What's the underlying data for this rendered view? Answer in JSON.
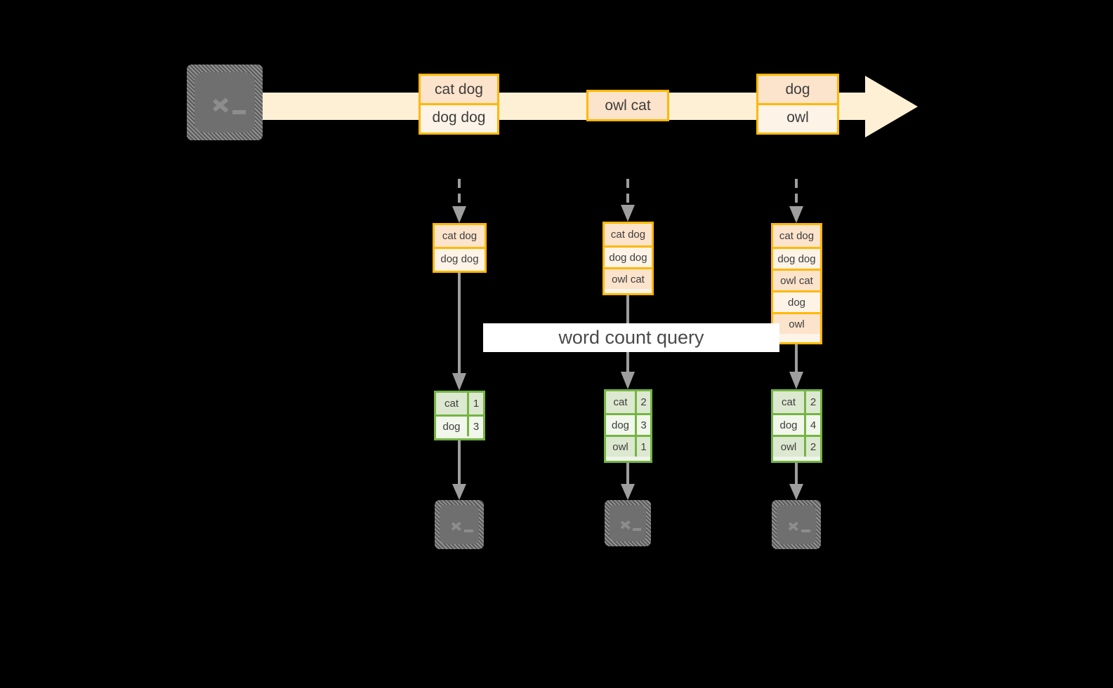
{
  "diagram": {
    "title": "word count streaming query",
    "colors": {
      "background": "#000000",
      "box_border": "#ffb803",
      "box_fill_light": "#fdf3e7",
      "box_fill_shade": "#fce3cb",
      "pipe_fill": "#fdf0d5",
      "table_border": "#73b543",
      "table_fill_light": "#f2f7ec",
      "table_fill_shade": "#dde8d0",
      "connector": "#9e9e9e",
      "device_fill": "#6f6f6f",
      "caption_bg": "#ffffff",
      "text": "#3d3d3d"
    }
  },
  "source": {
    "device_label": "terminal-source",
    "prompt_glyph": ">_"
  },
  "stream": {
    "batches": [
      {
        "label": "batch-1",
        "lines": [
          {
            "text": "cat dog",
            "shade": true
          },
          {
            "text": "dog dog",
            "shade": false
          }
        ]
      },
      {
        "label": "batch-2",
        "lines": [
          {
            "text": "owl cat",
            "shade": true
          }
        ]
      },
      {
        "label": "batch-3",
        "lines": [
          {
            "text": "dog",
            "shade": true
          },
          {
            "text": "owl",
            "shade": false
          }
        ]
      }
    ]
  },
  "caption": {
    "text": "word count query"
  },
  "triggers": [
    {
      "label": "trigger-1",
      "input_table": {
        "rows": [
          {
            "text": "cat dog",
            "shade": true
          },
          {
            "text": "dog dog",
            "shade": false
          }
        ]
      },
      "result_table": {
        "rows": [
          {
            "word": "cat",
            "count": "1",
            "shade": true
          },
          {
            "word": "dog",
            "count": "3",
            "shade": false
          }
        ]
      },
      "sink_glyph": ">_"
    },
    {
      "label": "trigger-2",
      "input_table": {
        "rows": [
          {
            "text": "cat dog",
            "shade": true
          },
          {
            "text": "dog dog",
            "shade": false
          },
          {
            "text": "owl cat",
            "shade": true
          }
        ]
      },
      "result_table": {
        "rows": [
          {
            "word": "cat",
            "count": "2",
            "shade": true
          },
          {
            "word": "dog",
            "count": "3",
            "shade": false
          },
          {
            "word": "owl",
            "count": "1",
            "shade": true
          }
        ]
      },
      "sink_glyph": ">_"
    },
    {
      "label": "trigger-3",
      "input_table": {
        "rows": [
          {
            "text": "cat dog",
            "shade": true
          },
          {
            "text": "dog dog",
            "shade": false
          },
          {
            "text": "owl cat",
            "shade": true
          },
          {
            "text": "dog",
            "shade": false
          },
          {
            "text": "owl",
            "shade": true
          }
        ]
      },
      "result_table": {
        "rows": [
          {
            "word": "cat",
            "count": "2",
            "shade": true
          },
          {
            "word": "dog",
            "count": "4",
            "shade": false
          },
          {
            "word": "owl",
            "count": "2",
            "shade": true
          }
        ]
      },
      "sink_glyph": ">_"
    }
  ]
}
